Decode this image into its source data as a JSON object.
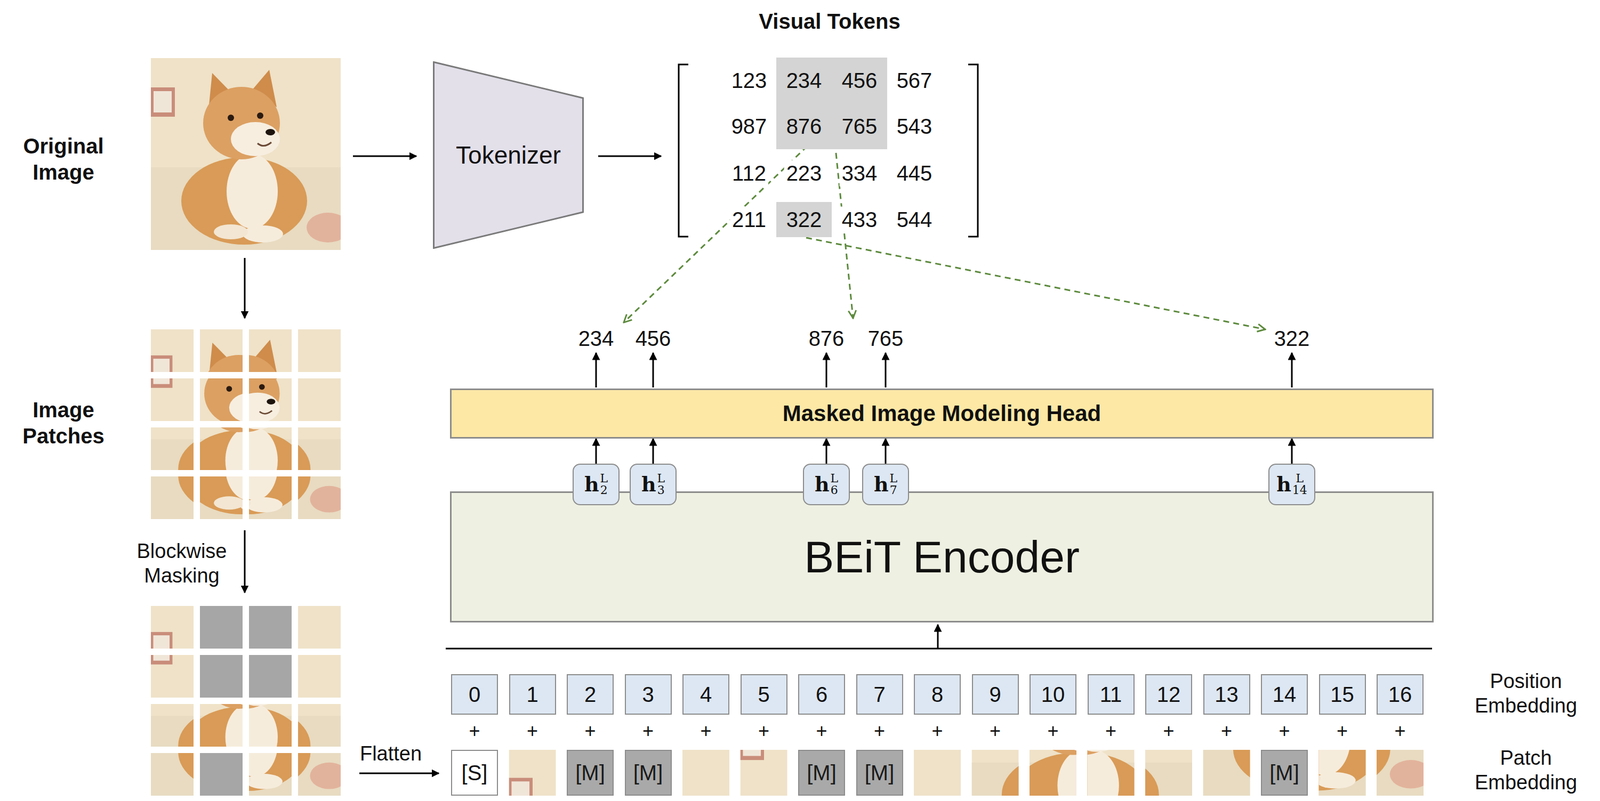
{
  "diagram": {
    "nodes": [
      {
        "text": [
          "Tokenizer"
        ]
      },
      {
        "text": [
          "234"
        ]
      },
      {
        "text": [
          "456"
        ]
      },
      {
        "text": [
          "876"
        ]
      },
      {
        "text": [
          "765"
        ]
      },
      {
        "text": [
          "322"
        ]
      },
      {
        "text": [
          "Masked Image Modeling Head"
        ]
      },
      {
        "text": [
          "h",
          "2",
          "L"
        ]
      },
      {
        "text": [
          "h",
          "3",
          "L"
        ]
      },
      {
        "text": [
          "h",
          "6",
          "L"
        ]
      },
      {
        "text": [
          "h",
          "7",
          "L"
        ]
      },
      {
        "text": [
          "h",
          "14",
          "L"
        ]
      },
      {
        "text": [
          "BEiT Encoder"
        ]
      },
      {
        "text": [
          "0"
        ]
      },
      {
        "text": [
          "1"
        ]
      },
      {
        "text": [
          "2"
        ]
      },
      {
        "text": [
          "3"
        ]
      },
      {
        "text": [
          "4"
        ]
      },
      {
        "text": [
          "5"
        ]
      },
      {
        "text": [
          "6"
        ]
      },
      {
        "text": [
          "7"
        ]
      },
      {
        "text": [
          "8"
        ]
      },
      {
        "text": [
          "9"
        ]
      },
      {
        "text": [
          "10"
        ]
      },
      {
        "text": [
          "11"
        ]
      },
      {
        "text": [
          "12"
        ]
      },
      {
        "text": [
          "13"
        ]
      },
      {
        "text": [
          "14"
        ]
      },
      {
        "text": [
          "15"
        ]
      },
      {
        "text": [
          "16"
        ]
      },
      {
        "text": [
          "[S]"
        ]
      },
      {
        "text": [
          "[M]"
        ]
      },
      {
        "text": [
          "[M]"
        ]
      },
      {
        "text": [
          "[M]"
        ]
      },
      {
        "text": [
          "[M]"
        ]
      },
      {
        "text": [
          "[M]"
        ]
      }
    ],
    "edges": [
      {
        "from": 7,
        "to": 6,
        "arrow": "to"
      },
      {
        "from": 8,
        "to": 6,
        "arrow": "to"
      },
      {
        "from": 9,
        "to": 6,
        "arrow": "to"
      },
      {
        "from": 10,
        "to": 6,
        "arrow": "to"
      },
      {
        "from": 11,
        "to": 6,
        "arrow": "to"
      }
    ],
    "labels": [
      "Visual Tokens",
      "Original Image",
      "Image Patches",
      "Blockwise Masking",
      "Flatten",
      "123",
      "567",
      "987",
      "543",
      "112",
      "223",
      "334",
      "445",
      "211",
      "433",
      "544",
      "234",
      "456",
      "876",
      "765",
      "322",
      "Position Embedding",
      "Patch Embedding",
      "+",
      "+",
      "+",
      "+",
      "+",
      "+",
      "+",
      "+",
      "+",
      "+",
      "+",
      "+",
      "+",
      "+",
      "+",
      "+",
      "+"
    ]
  }
}
